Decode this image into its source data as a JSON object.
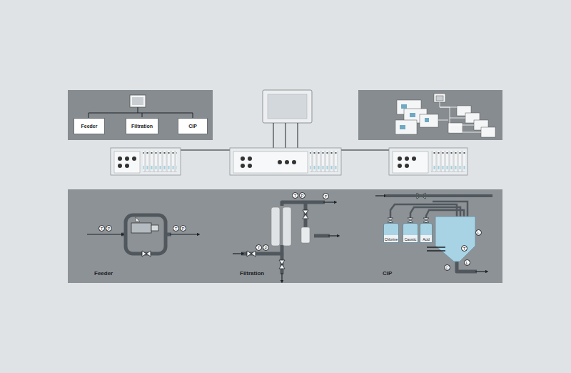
{
  "diagram": {
    "nodes": [
      {
        "text": [
          "Feeder"
        ]
      },
      {
        "text": [
          "Filtration"
        ]
      },
      {
        "text": [
          "CIP"
        ]
      },
      {
        "text": [
          "T"
        ]
      },
      {
        "text": [
          "P"
        ]
      },
      {
        "text": [
          "T"
        ]
      },
      {
        "text": [
          "P"
        ]
      },
      {
        "text": [
          "T"
        ]
      },
      {
        "text": [
          "P"
        ]
      },
      {
        "text": [
          "F"
        ]
      },
      {
        "text": [
          "T"
        ]
      },
      {
        "text": [
          "P"
        ]
      },
      {
        "text": [
          "Chlorine"
        ]
      },
      {
        "text": [
          "Caustic"
        ]
      },
      {
        "text": [
          "Acid"
        ]
      },
      {
        "text": [
          "L"
        ]
      },
      {
        "text": [
          "T"
        ]
      },
      {
        "text": [
          "L"
        ]
      },
      {
        "text": [
          "C"
        ]
      }
    ],
    "labels": [
      "Feeder",
      "Filtration",
      "CIP"
    ]
  }
}
